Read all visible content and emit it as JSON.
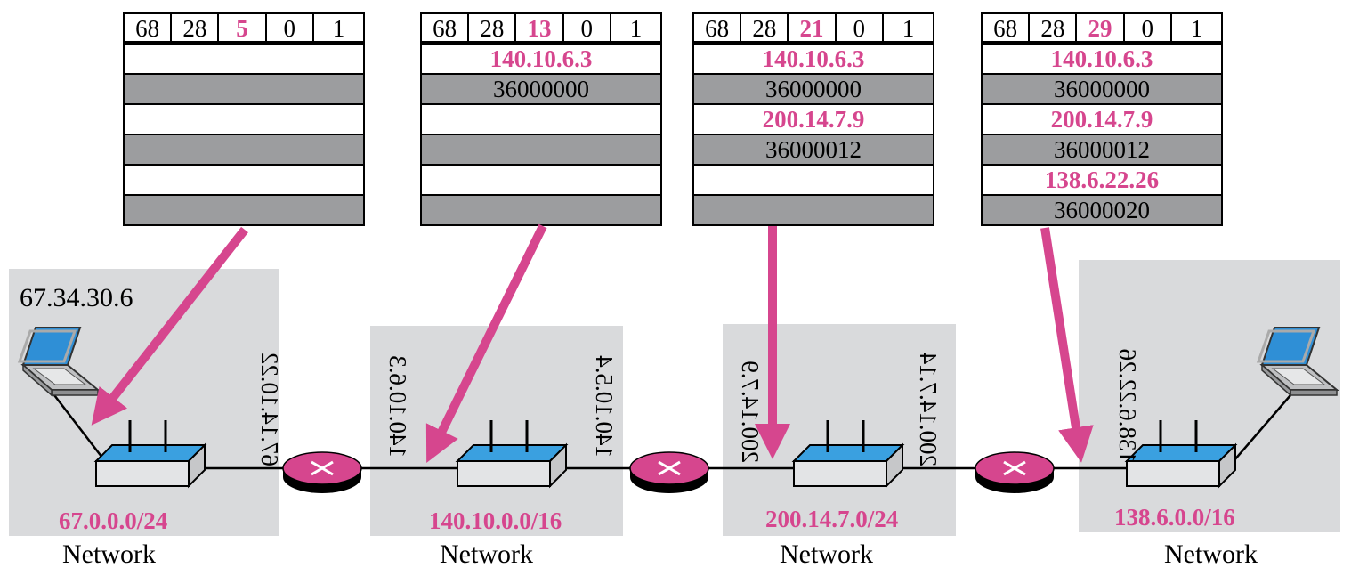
{
  "tables": [
    {
      "header": [
        "68",
        "28",
        "5",
        "0",
        "1"
      ],
      "rows": [
        "",
        "",
        "",
        "",
        "",
        ""
      ]
    },
    {
      "header": [
        "68",
        "28",
        "13",
        "0",
        "1"
      ],
      "rows": [
        "140.10.6.3",
        "36000000",
        "",
        "",
        "",
        ""
      ]
    },
    {
      "header": [
        "68",
        "28",
        "21",
        "0",
        "1"
      ],
      "rows": [
        "140.10.6.3",
        "36000000",
        "200.14.7.9",
        "36000012",
        "",
        ""
      ]
    },
    {
      "header": [
        "68",
        "28",
        "29",
        "0",
        "1"
      ],
      "rows": [
        "140.10.6.3",
        "36000000",
        "200.14.7.9",
        "36000012",
        "138.6.22.26",
        "36000020"
      ]
    }
  ],
  "host_ip": "67.34.30.6",
  "networks": [
    {
      "address": "67.0.0.0/24",
      "caption": "Network"
    },
    {
      "address": "140.10.0.0/16",
      "caption": "Network"
    },
    {
      "address": "200.14.7.0/24",
      "caption": ""
    },
    {
      "address": "138.6.0.0/16",
      "caption": "Network"
    }
  ],
  "gap_caption": "Network",
  "interface_labels": [
    "67.14.10.22",
    "140.10.6.3",
    "140.10.5.4",
    "200.14.7.9",
    "200.14.7.14",
    "138.6.22.26"
  ],
  "colors": {
    "accent": "#d6468e",
    "network_bg": "#d9dadc",
    "row_gray": "#9c9d9f",
    "switch_top": "#3aa0e0"
  }
}
